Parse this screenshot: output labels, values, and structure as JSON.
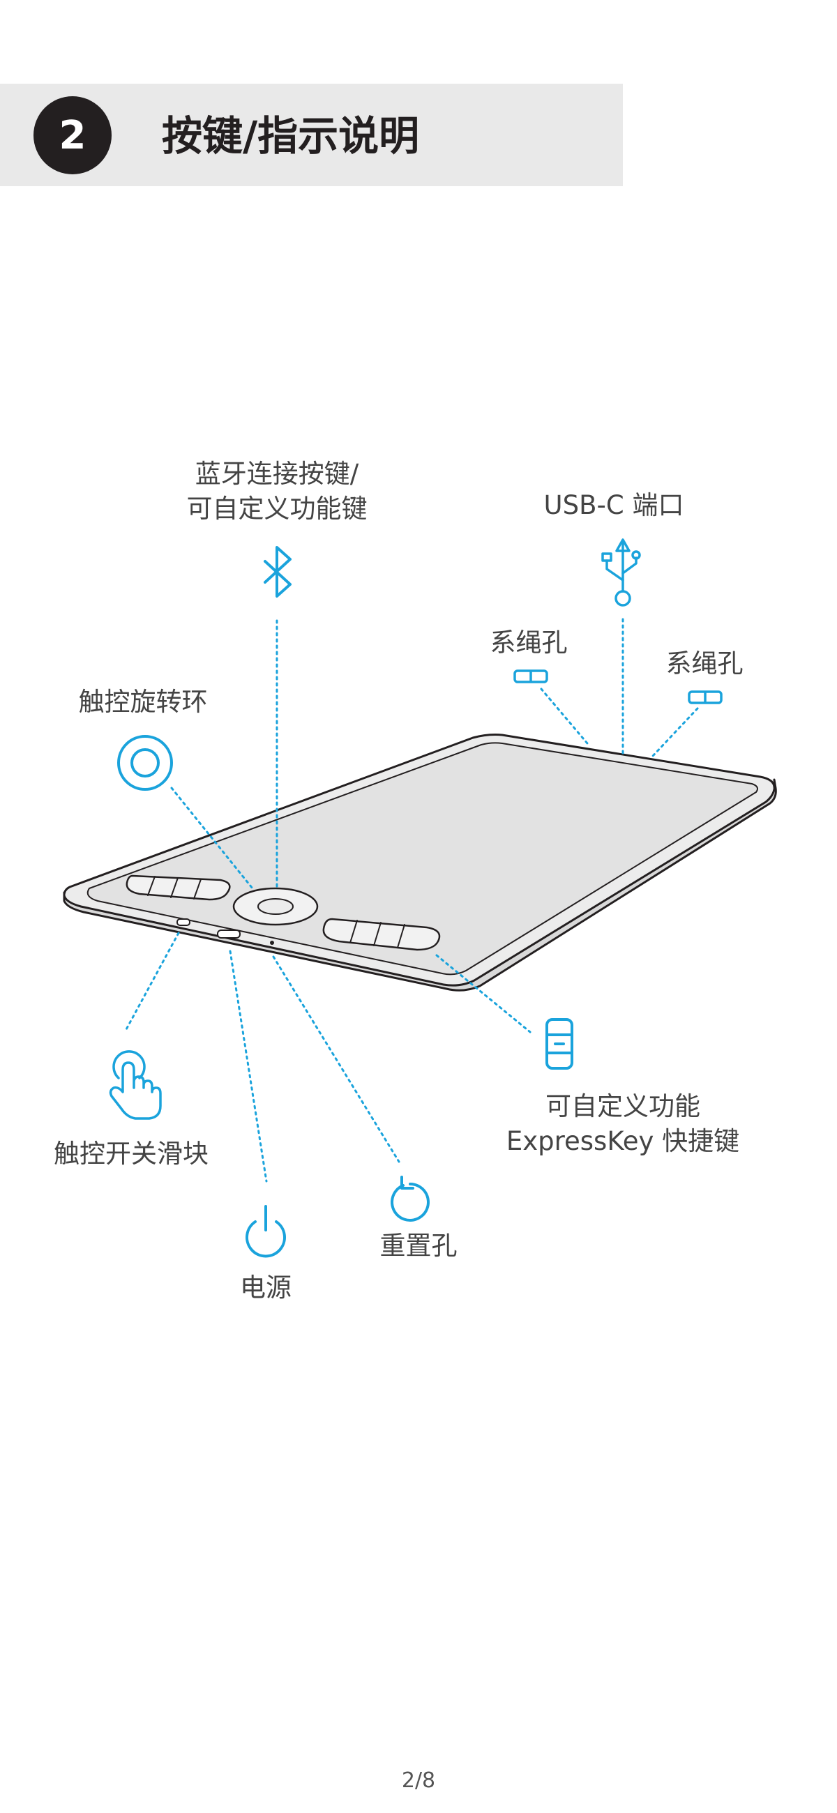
{
  "section": {
    "number": "2",
    "title": "按键/指示说明"
  },
  "labels": {
    "bluetooth_line1": "蓝牙连接按键/",
    "bluetooth_line2": "可自定义功能键",
    "usb": "USB-C 端口",
    "lanyard_left": "系绳孔",
    "lanyard_right": "系绳孔",
    "touch_ring": "触控旋转环",
    "touch_switch": "触控开关滑块",
    "power": "电源",
    "reset": "重置孔",
    "expresskey_line1": "可自定义功能",
    "expresskey_line2": "ExpressKey 快捷键"
  },
  "icons": {
    "bluetooth": "bluetooth-icon",
    "usb": "usb-icon",
    "lanyard": "lanyard-hole-icon",
    "touch_ring": "touch-ring-icon",
    "touch_switch": "hand-pointer-icon",
    "power": "power-icon",
    "reset": "reset-icon",
    "expresskey": "expresskey-icon"
  },
  "colors": {
    "accent": "#1aa3dc",
    "outline": "#231f20",
    "tablet_surface": "#e6e6e6",
    "header_bg": "#e9e9e9"
  },
  "page": {
    "number": "2/8"
  }
}
